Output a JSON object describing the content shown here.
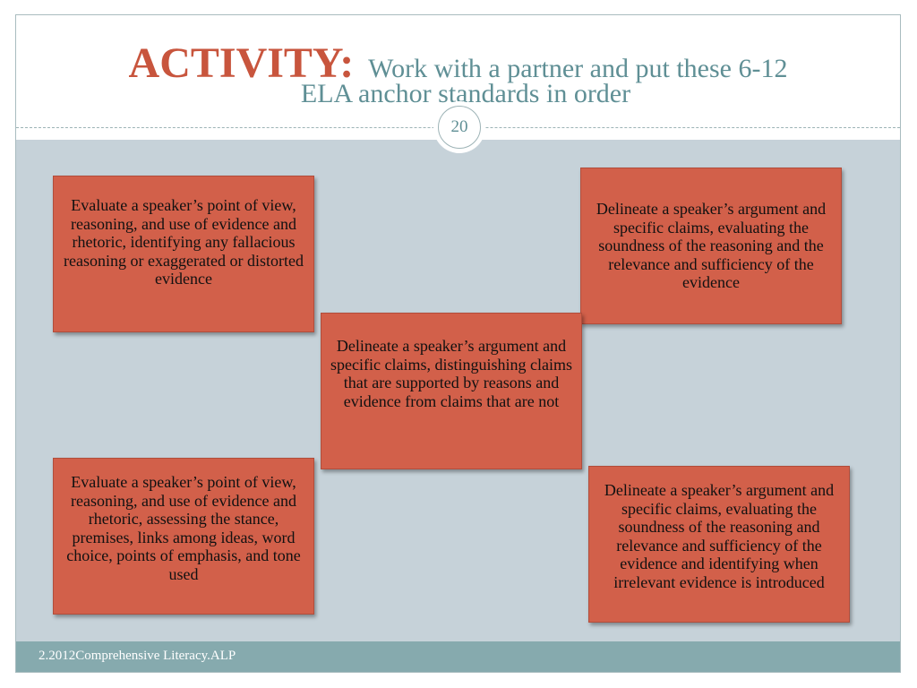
{
  "slide": {
    "title_main": "ACTIVITY:",
    "title_sub_line1": "Work with a partner and put these 6-12",
    "title_sub_line2": "ELA anchor standards in order",
    "page_number": "20",
    "footer": "2.2012Comprehensive Literacy.ALP"
  },
  "cards": [
    "Evaluate a speaker’s point of view, reasoning, and use of evidence and rhetoric, identifying any fallacious reasoning or exaggerated or distorted evidence",
    "Delineate a speaker’s argument and specific claims, evaluating the soundness of the reasoning and the relevance and sufficiency of the evidence",
    "Delineate a speaker’s argument and specific claims, distinguishing claims that are supported by reasons and evidence from claims that are not",
    "Evaluate a speaker’s point of view, reasoning, and use of evidence and rhetoric, assessing the stance, premises, links among ideas, word choice, points of emphasis, and tone used",
    "Delineate a speaker’s argument and specific claims, evaluating the soundness of the reasoning and relevance and sufficiency of the evidence and identifying when irrelevant evidence is introduced"
  ],
  "colors": {
    "accent": "#c8553d",
    "card": "#d2604a",
    "title_sub": "#5f8f95",
    "content_bg": "#c6d2d9",
    "footer_bg": "#86aaae"
  }
}
